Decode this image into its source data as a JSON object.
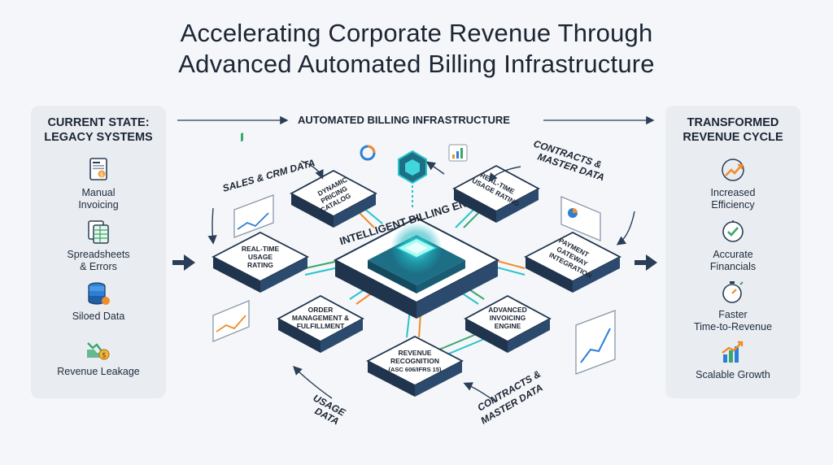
{
  "title": {
    "line1": "Accelerating Corporate Revenue Through",
    "line2": "Advanced Automated Billing Infrastructure"
  },
  "left_panel": {
    "title_line1": "CURRENT STATE:",
    "title_line2": "LEGACY SYSTEMS",
    "items": [
      {
        "label_line1": "Manual",
        "label_line2": "Invoicing",
        "icon": "invoice-icon"
      },
      {
        "label_line1": "Spreadsheets",
        "label_line2": "& Errors",
        "icon": "spreadsheet-icon"
      },
      {
        "label_line1": "Siloed Data",
        "label_line2": "",
        "icon": "database-icon"
      },
      {
        "label_line1": "Revenue Leakage",
        "label_line2": "",
        "icon": "leakage-icon"
      }
    ]
  },
  "right_panel": {
    "title_line1": "TRANSFORMED",
    "title_line2": "REVENUE CYCLE",
    "items": [
      {
        "label_line1": "Increased",
        "label_line2": "Efficiency",
        "icon": "growth-arrow-icon"
      },
      {
        "label_line1": "Accurate",
        "label_line2": "Financials",
        "icon": "checkmark-clock-icon"
      },
      {
        "label_line1": "Faster",
        "label_line2": "Time-to-Revenue",
        "icon": "stopwatch-icon"
      },
      {
        "label_line1": "Scalable Growth",
        "label_line2": "",
        "icon": "bar-growth-icon"
      }
    ]
  },
  "center": {
    "header": "AUTOMATED BILLING INFRASTRUCTURE",
    "engine": "INTELLIGENT BILLING ENGINE",
    "nodes": {
      "pricing": [
        "DYNAMIC",
        "PRICING",
        "CATALOG"
      ],
      "usage_top_right": [
        "REAL-TIME",
        "USAGE RATING"
      ],
      "usage_left": [
        "REAL-TIME",
        "USAGE",
        "RATING"
      ],
      "payment": [
        "PAYMENT",
        "GATEWAY",
        "INTEGRATION"
      ],
      "order": [
        "ORDER",
        "MANAGEMENT &",
        "FULFILLMENT"
      ],
      "invoicing": [
        "ADVANCED",
        "INVOICING",
        "ENGINE"
      ],
      "revenue": [
        "REVENUE",
        "RECOGNITION",
        "(ASC 606/IFRS 15)"
      ]
    },
    "annotations": {
      "sales_crm": "SALES & CRM DATA",
      "contracts_top_line1": "CONTRACTS &",
      "contracts_top_line2": "MASTER DATA",
      "usage_data_line1": "USAGE",
      "usage_data_line2": "DATA",
      "contracts_bottom_line1": "CONTRACTS &",
      "contracts_bottom_line2": "MASTER DATA"
    }
  },
  "colors": {
    "panel": "#e9edf2",
    "node_top": "#ffffff",
    "node_side": "#20344d",
    "accent_teal": "#27c4c9",
    "accent_orange": "#f08c2a",
    "accent_blue": "#2d7fd6",
    "accent_green": "#3aa76d"
  }
}
